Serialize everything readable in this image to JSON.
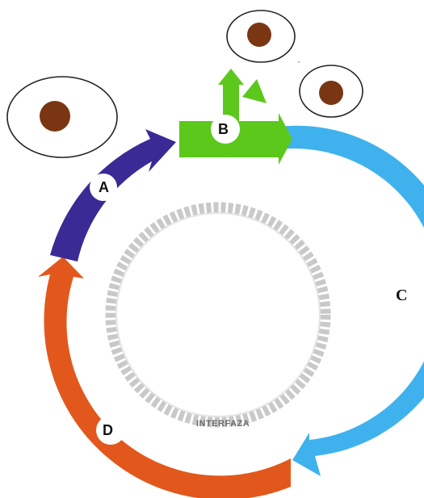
{
  "diagram": {
    "center_label": "INTERFAZA",
    "markers": {
      "a": "A",
      "b": "B",
      "c": "C",
      "d": "D"
    },
    "colors": {
      "phase_a": "#3a2a96",
      "phase_b": "#5cc81c",
      "phase_c": "#3fb2ee",
      "phase_d": "#e2581c",
      "interphase_ring": "#c8c8c8",
      "nucleus": "#7a3512",
      "cell_outline": "#222222"
    }
  }
}
